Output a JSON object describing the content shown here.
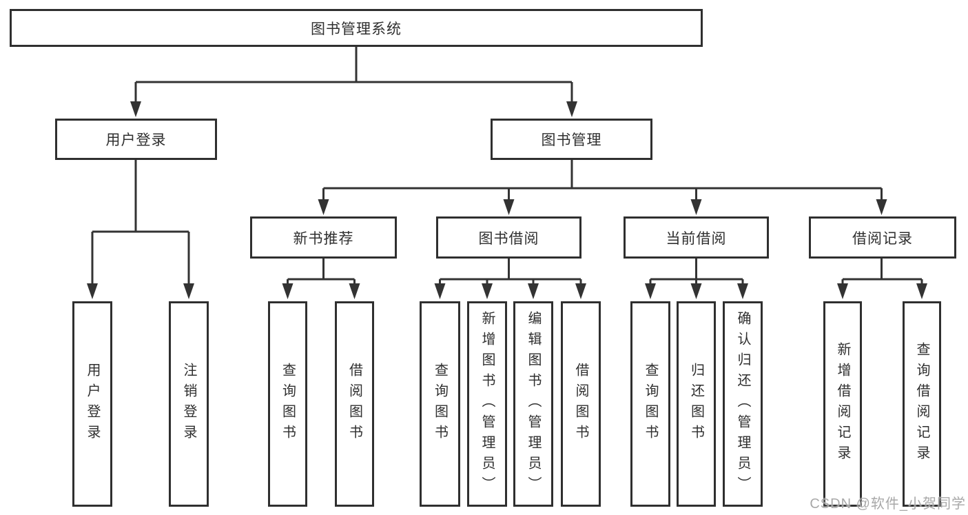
{
  "diagram": {
    "title": "图书管理系统",
    "tree": {
      "root": {
        "label": "图书管理系统"
      },
      "login_branch": {
        "label": "用户登录",
        "children": [
          {
            "label": "用户登录"
          },
          {
            "label": "注销登录"
          }
        ]
      },
      "mgmt_branch": {
        "label": "图书管理",
        "children": [
          {
            "label": "新书推荐",
            "children": [
              {
                "label": "查询图书"
              },
              {
                "label": "借阅图书"
              }
            ]
          },
          {
            "label": "图书借阅",
            "children": [
              {
                "label": "查询图书"
              },
              {
                "label": "新增图书（管理员）"
              },
              {
                "label": "编辑图书（管理员）"
              },
              {
                "label": "借阅图书"
              }
            ]
          },
          {
            "label": "当前借阅",
            "children": [
              {
                "label": "查询图书"
              },
              {
                "label": "归还图书"
              },
              {
                "label": "确认归还（管理员）"
              }
            ]
          },
          {
            "label": "借阅记录",
            "children": [
              {
                "label": "新增借阅记录"
              },
              {
                "label": "查询借阅记录"
              }
            ]
          }
        ]
      }
    },
    "colors": {
      "line": "#333333",
      "box_border": "#2f2f2f",
      "text": "#2f2f2f",
      "background": "#ffffff",
      "watermark": "#9e9e9e"
    }
  },
  "watermark": "CSDN @软件_小贺同学"
}
